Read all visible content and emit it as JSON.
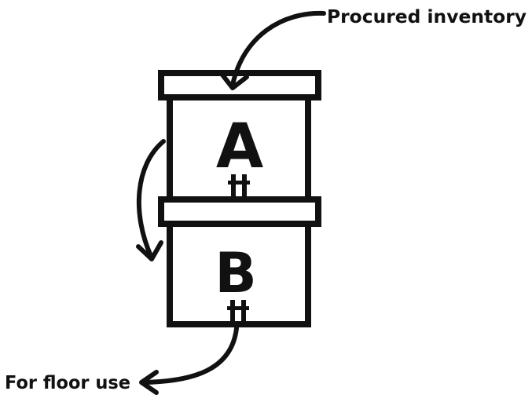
{
  "labels": {
    "procured_inventory": "Procured inventory",
    "for_floor_use": "For floor use"
  },
  "boxes": [
    {
      "letter": "A"
    },
    {
      "letter": "B"
    }
  ],
  "colors": {
    "ink": "#111111",
    "background": "#ffffff"
  },
  "icons": {
    "arrow_in": "curved-arrow-down-icon",
    "arrow_transfer": "curved-arrow-down-left-icon",
    "arrow_out": "curved-arrow-left-icon"
  }
}
